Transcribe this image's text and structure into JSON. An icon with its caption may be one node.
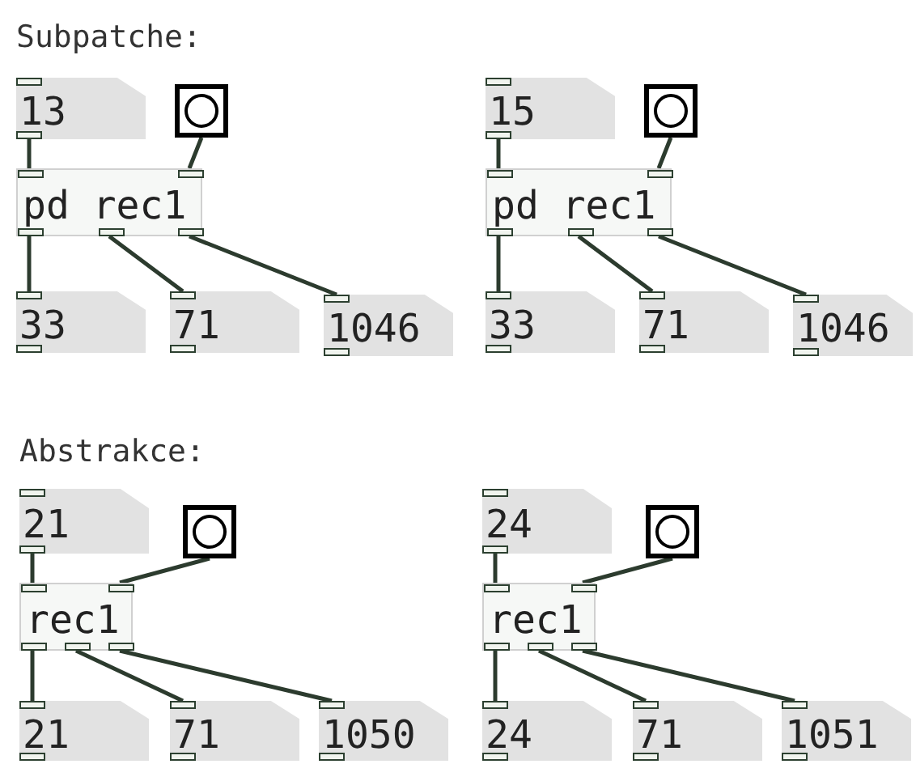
{
  "diagram": {
    "nodes": [
      {
        "text": [
          "13"
        ]
      },
      {
        "text": [],
        "shape": "circle"
      },
      {
        "text": [
          "pd rec1"
        ]
      },
      {
        "text": [
          "33"
        ]
      },
      {
        "text": [
          "71"
        ]
      },
      {
        "text": [
          "1046"
        ]
      },
      {
        "text": [
          "15"
        ]
      },
      {
        "text": [],
        "shape": "circle"
      },
      {
        "text": [
          "pd rec1"
        ]
      },
      {
        "text": [
          "33"
        ]
      },
      {
        "text": [
          "71"
        ]
      },
      {
        "text": [
          "1046"
        ]
      },
      {
        "text": [
          "21"
        ]
      },
      {
        "text": [],
        "shape": "circle"
      },
      {
        "text": [
          "rec1"
        ]
      },
      {
        "text": [
          "21"
        ]
      },
      {
        "text": [
          "71"
        ]
      },
      {
        "text": [
          "1050"
        ]
      },
      {
        "text": [
          "24"
        ]
      },
      {
        "text": [],
        "shape": "circle"
      },
      {
        "text": [
          "rec1"
        ]
      },
      {
        "text": [
          "24"
        ]
      },
      {
        "text": [
          "71"
        ]
      },
      {
        "text": [
          "1051"
        ]
      }
    ],
    "edges": [
      {
        "from": 0,
        "to": 2,
        "arrow": "none"
      },
      {
        "from": 1,
        "to": 2,
        "arrow": "none"
      },
      {
        "from": 2,
        "to": 3,
        "arrow": "none"
      },
      {
        "from": 2,
        "to": 4,
        "arrow": "none"
      },
      {
        "from": 2,
        "to": 5,
        "arrow": "none"
      },
      {
        "from": 6,
        "to": 8,
        "arrow": "none"
      },
      {
        "from": 7,
        "to": 8,
        "arrow": "none"
      },
      {
        "from": 8,
        "to": 9,
        "arrow": "none"
      },
      {
        "from": 8,
        "to": 10,
        "arrow": "none"
      },
      {
        "from": 8,
        "to": 11,
        "arrow": "none"
      },
      {
        "from": 12,
        "to": 14,
        "arrow": "none"
      },
      {
        "from": 13,
        "to": 14,
        "arrow": "none"
      },
      {
        "from": 14,
        "to": 15,
        "arrow": "none"
      },
      {
        "from": 14,
        "to": 16,
        "arrow": "none"
      },
      {
        "from": 14,
        "to": 17,
        "arrow": "none"
      },
      {
        "from": 18,
        "to": 20,
        "arrow": "none"
      },
      {
        "from": 19,
        "to": 20,
        "arrow": "none"
      },
      {
        "from": 20,
        "to": 21,
        "arrow": "none"
      },
      {
        "from": 20,
        "to": 22,
        "arrow": "none"
      },
      {
        "from": 20,
        "to": 23,
        "arrow": "none"
      }
    ],
    "labels": [
      "Subpatche:",
      "Abstrakce:"
    ]
  }
}
